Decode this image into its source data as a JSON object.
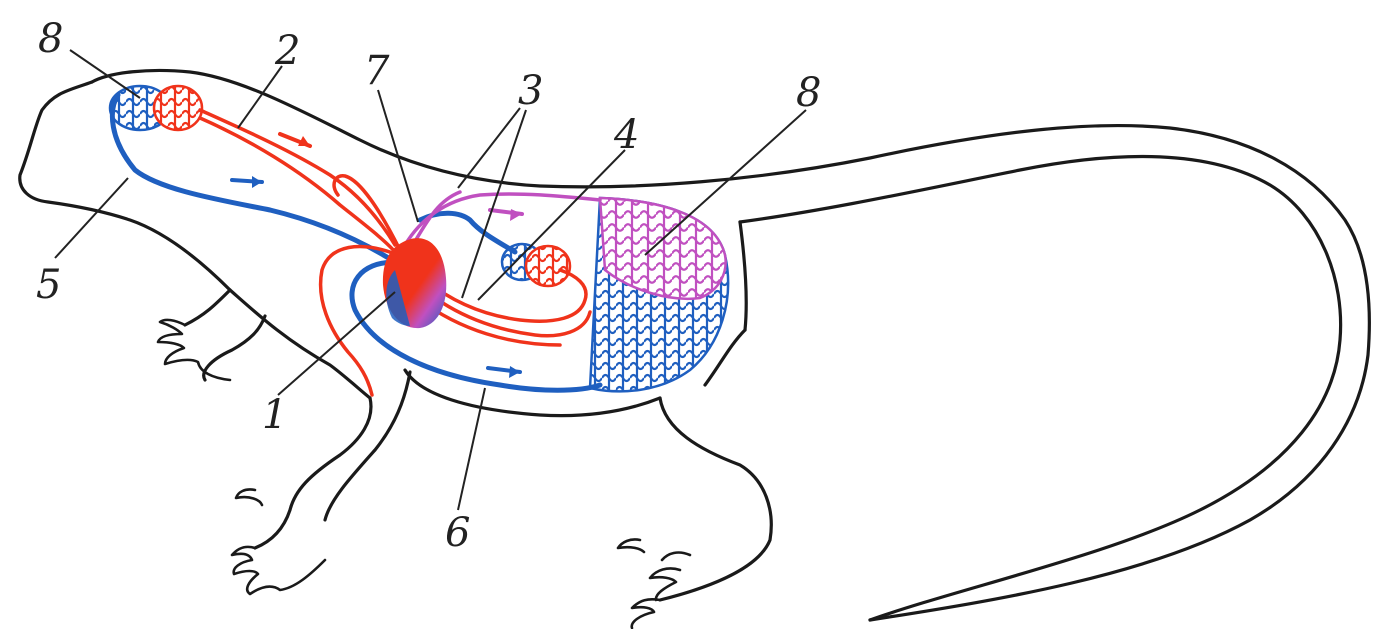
{
  "colors": {
    "arterial": "#f0331b",
    "venous": "#1f5fc0",
    "mixed": "#c050c0",
    "outline": "#1a1a1a"
  },
  "labels": [
    {
      "id": "label-8-head",
      "text": "8"
    },
    {
      "id": "label-2",
      "text": "2"
    },
    {
      "id": "label-7",
      "text": "7"
    },
    {
      "id": "label-3",
      "text": "3"
    },
    {
      "id": "label-4",
      "text": "4"
    },
    {
      "id": "label-8-body",
      "text": "8"
    },
    {
      "id": "label-5",
      "text": "5"
    },
    {
      "id": "label-1",
      "text": "1"
    },
    {
      "id": "label-6",
      "text": "6"
    }
  ]
}
